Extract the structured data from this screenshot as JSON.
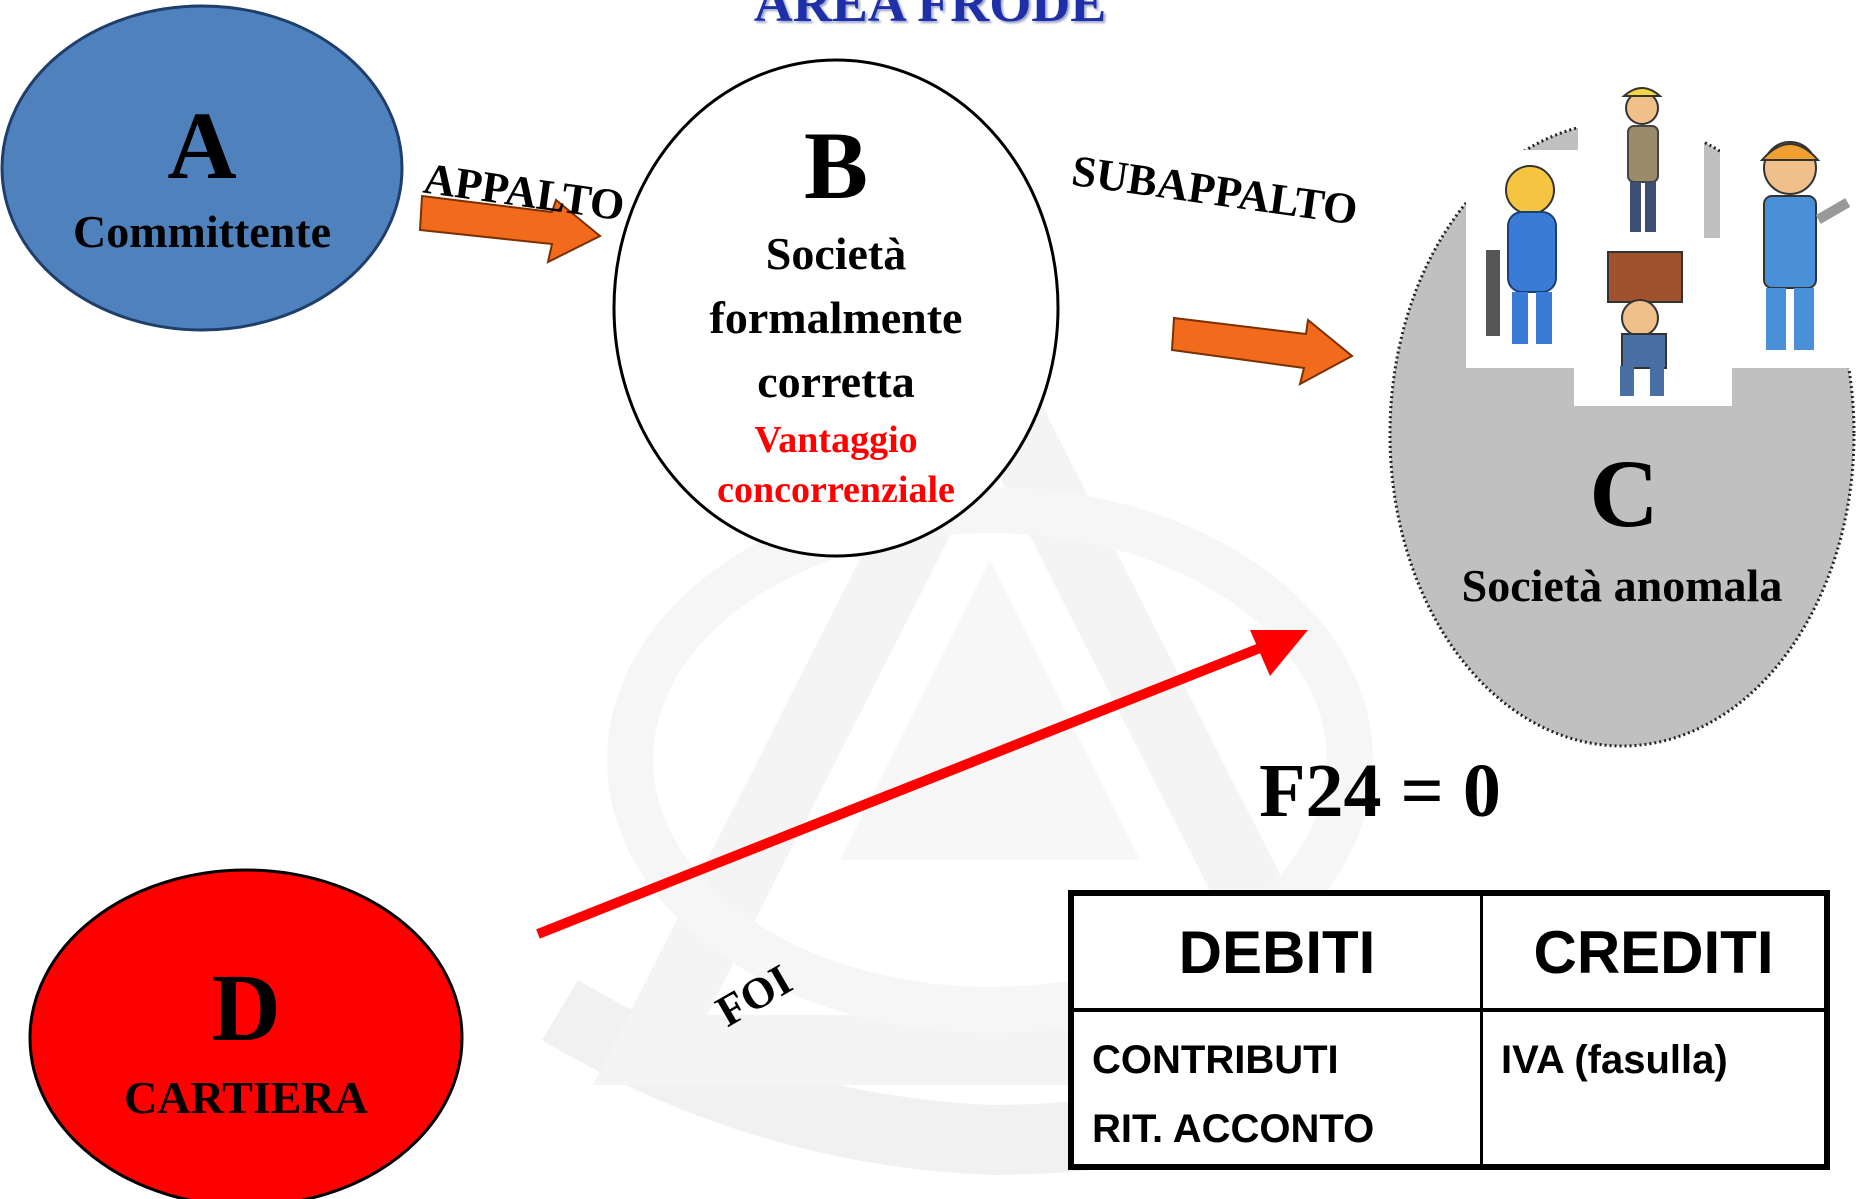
{
  "title": "AREA FRODE",
  "nodes": {
    "a": {
      "letter": "A",
      "label": "Committente",
      "color": "#4f81bd"
    },
    "b": {
      "letter": "B",
      "label_lines": [
        "Società",
        "formalmente",
        "corretta"
      ],
      "highlight_lines": [
        "Vantaggio",
        "concorrenziale"
      ],
      "highlight_color": "#ff0000"
    },
    "c": {
      "letter": "C",
      "label": "Società anomala",
      "color": "#c0c0c0"
    },
    "d": {
      "letter": "D",
      "label": "CARTIERA",
      "color": "#ff0000"
    }
  },
  "flows": {
    "appalto": "APPALTO",
    "subappalto": "SUBAPPALTO",
    "foi": "FOI"
  },
  "arrow_colors": {
    "orange": "#f26b1d",
    "red": "#ff0000"
  },
  "f24": "F24 = 0",
  "ledger": {
    "headers": [
      "DEBITI",
      "CREDITI"
    ],
    "debiti_items": [
      "CONTRIBUTI",
      "RIT.  ACCONTO"
    ],
    "crediti_items": [
      "IVA (fasulla)"
    ]
  },
  "icons": [
    "worker-jackhammer-icon",
    "worker-standing-icon",
    "worker-carrying-icon",
    "worker-wrench-icon",
    "watermark-logo"
  ]
}
